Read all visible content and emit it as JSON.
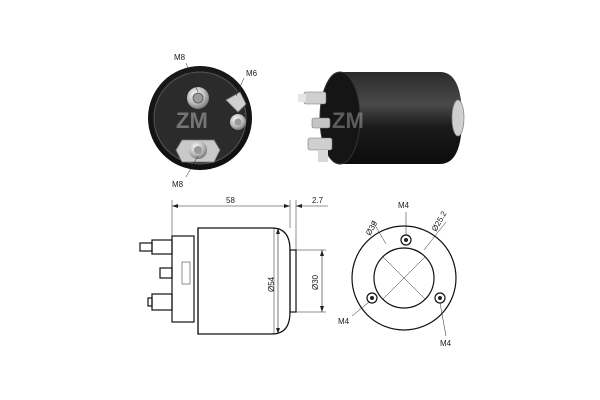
{
  "labels": {
    "front_top_m8": "M8",
    "front_m6": "M6",
    "front_bottom_m8": "M8",
    "dim_length": "58",
    "dim_offset": "2.7",
    "dim_body_dia": "Ø54",
    "dim_nose_dia": "Ø30",
    "end_m4_top": "M4",
    "end_m4_left": "M4",
    "end_m4_right": "M4",
    "end_dia_39": "Ø39",
    "end_dia_25": "Ø25.2"
  },
  "watermark": "ZM",
  "colors": {
    "body": "#1c1c1c",
    "metal": "#bfbfbf",
    "line": "#222222"
  }
}
